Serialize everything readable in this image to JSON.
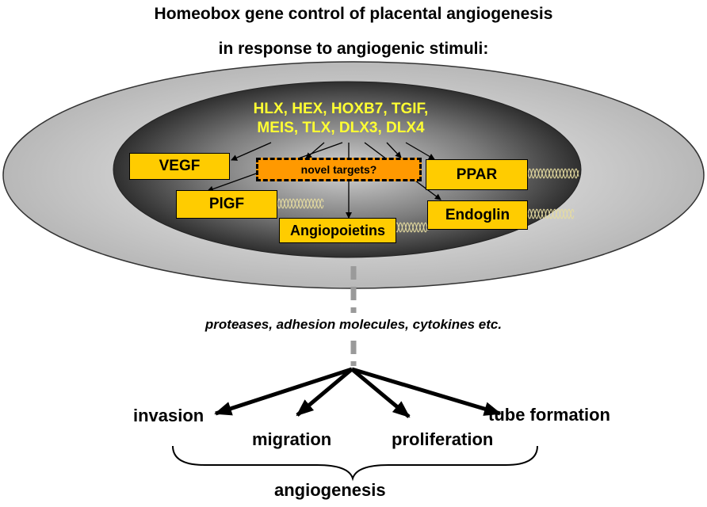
{
  "title": {
    "line1": "Homeobox gene control of placental angiogenesis",
    "line2": "in response to angiogenic stimuli:"
  },
  "genes": {
    "line1": "HLX, HEX, HOXB7, TGIF,",
    "line2": "MEIS, TLX, DLX3, DLX4"
  },
  "targets": {
    "vegf": "VEGF",
    "pigf": "PlGF",
    "angiopoietins": "Angiopoietins",
    "ppar": "PPAR",
    "endoglin": "Endoglin",
    "novel": "novel targets?"
  },
  "mediators": "proteases, adhesion molecules, cytokines etc.",
  "outcomes": {
    "invasion": "invasion",
    "migration": "migration",
    "proliferation": "proliferation",
    "tube_formation": "tube formation",
    "angiogenesis": "angiogenesis"
  },
  "colors": {
    "target_box": "#ffcc00",
    "novel_box": "#ff9900",
    "gene_text": "#ffff33",
    "nucleus": "#6e6e6e",
    "cell": "#d9d9d9"
  }
}
